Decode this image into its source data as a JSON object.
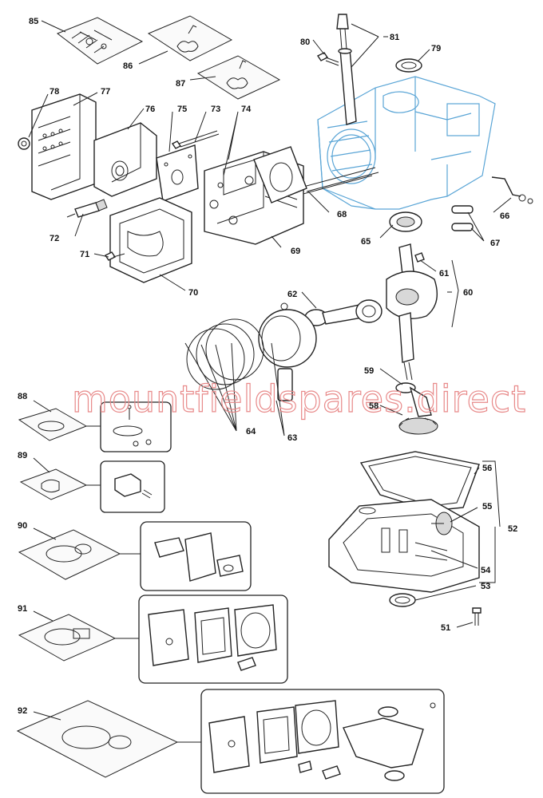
{
  "watermark": "mountfieldspares.direct",
  "labels": {
    "l51": "51",
    "l52": "52",
    "l53": "53",
    "l54": "54",
    "l55": "55",
    "l56": "56",
    "l58": "58",
    "l59": "59",
    "l60": "60",
    "l61": "61",
    "l62": "62",
    "l63": "63",
    "l64": "64",
    "l65": "65",
    "l66": "66",
    "l67": "67",
    "l68": "68",
    "l69": "69",
    "l70": "70",
    "l71": "71",
    "l72": "72",
    "l73": "73",
    "l74": "74",
    "l75": "75",
    "l76": "76",
    "l77": "77",
    "l78": "78",
    "l79": "79",
    "l80": "80",
    "l81": "81",
    "l85": "85",
    "l86": "86",
    "l87": "87",
    "l88": "88",
    "l89": "89",
    "l90": "90",
    "l91": "91",
    "l92": "92"
  }
}
